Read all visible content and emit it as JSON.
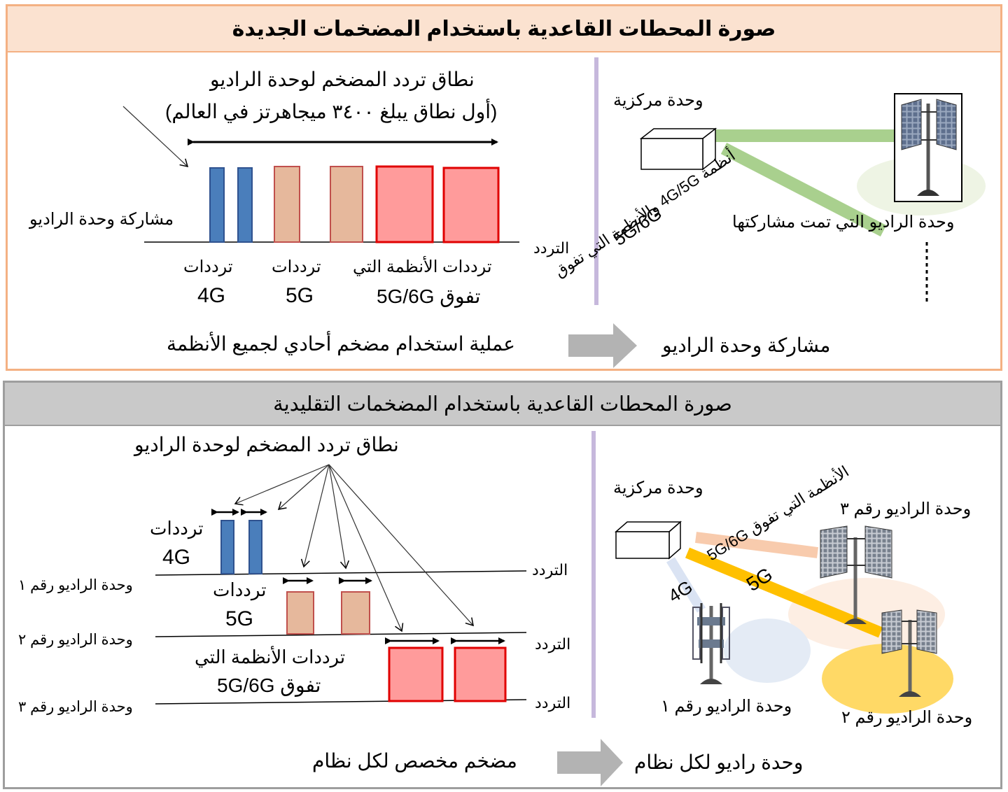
{
  "new_section": {
    "title": "صورة المحطات القاعدية باستخدام المضخمات الجديدة",
    "band_title_line1": "نطاق تردد المضخم لوحدة الراديو",
    "band_title_line2": "(أول نطاق يبلغ ٣٤٠٠ ميجاهرتز في العالم)",
    "sharing_label": "مشاركة وحدة الراديو",
    "frequency_axis": "التردد",
    "groups": [
      {
        "label1": "ترددات",
        "label2": "4G"
      },
      {
        "label1": "ترددات",
        "label2": "5G"
      },
      {
        "label1": "ترددات الأنظمة التي",
        "label2": "تفوق 5G/6G"
      }
    ],
    "central_unit": "وحدة مركزية",
    "systems_label": "أنظمة 4G/5G والأنظمة التي تفوق",
    "systems_label_2": "5G/6G",
    "shared_radio_unit": "وحدة الراديو التي تمت مشاركتها",
    "summary_left": "عملية استخدام مضخم أحادي لجميع الأنظمة",
    "summary_right": "مشاركة وحدة الراديو"
  },
  "conventional_section": {
    "title": "صورة المحطات القاعدية باستخدام المضخمات التقليدية",
    "band_title": "نطاق تردد المضخم لوحدة الراديو",
    "frequency_axis": "التردد",
    "radio_units": [
      "وحدة الراديو رقم ١",
      "وحدة الراديو رقم ٢",
      "وحدة الراديو رقم ٣"
    ],
    "groups": [
      {
        "label1": "ترددات",
        "label2": "4G"
      },
      {
        "label1": "ترددات",
        "label2": "5G"
      },
      {
        "label1": "ترددات الأنظمة التي",
        "label2": "تفوق 5G/6G"
      }
    ],
    "central_unit": "وحدة مركزية",
    "link_beyond": "الأنظمة التي تفوق 5G/6G",
    "link_5g": "5G",
    "link_4g": "4G",
    "summary_left": "مضخم مخصص لكل نظام",
    "summary_right": "وحدة راديو لكل نظام"
  },
  "colors": {
    "top_border": "#f4b183",
    "top_header_bg": "#fbe2d0",
    "bottom_header_bg": "#c9c9c9",
    "band_4g": "#4a7ebb",
    "band_5g": "#e6b89c",
    "band_beyond": "#ff9b9b",
    "link_green": "#a9d08e",
    "link_yellow": "#ffc000",
    "divider": "#c6b8dc"
  }
}
